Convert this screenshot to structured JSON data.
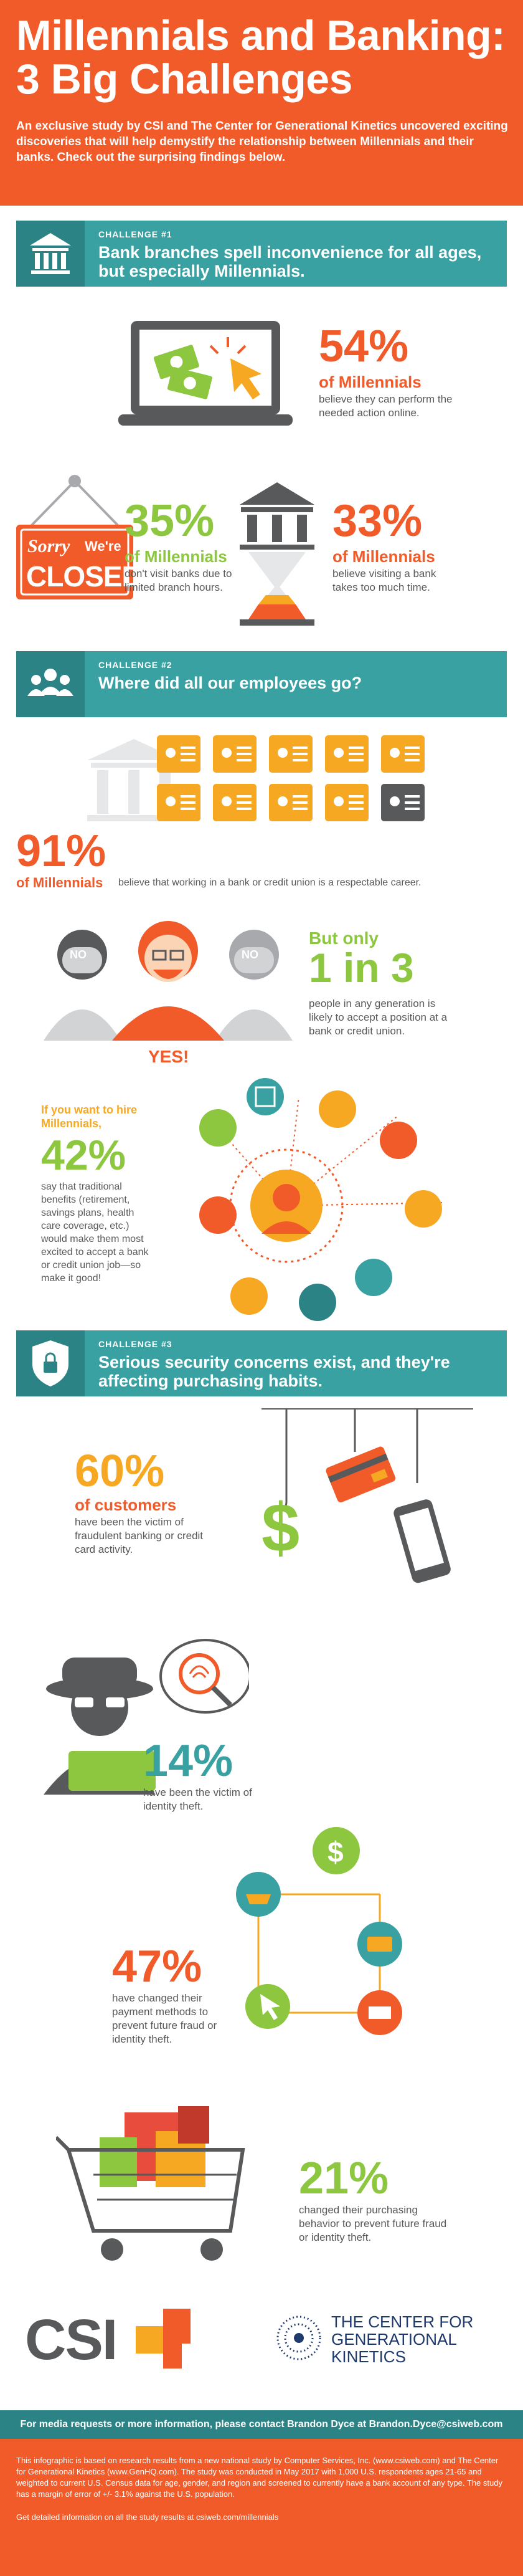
{
  "header": {
    "title_line1": "Millennials and Banking:",
    "title_line2": "3 Big Challenges",
    "intro": "An exclusive study by CSI and The Center for Generational Kinetics uncovered exciting discoveries that will help demystify the relationship between Millennials and their banks. Check out the surprising findings below."
  },
  "challenge1": {
    "eyebrow": "CHALLENGE #1",
    "title": "Bank branches spell inconvenience for all ages, but especially Millennials.",
    "stat1": {
      "value": "54%",
      "label": "of Millennials",
      "text": "believe they can perform the needed action online."
    },
    "sign": {
      "sorry": "Sorry",
      "were": "We're",
      "closed": "CLOSED"
    },
    "stat2": {
      "value": "35%",
      "label": "of Millennials",
      "text": "don't visit banks due to limited branch hours."
    },
    "stat3": {
      "value": "33%",
      "label": "of Millennials",
      "text": "believe visiting a bank takes too much time."
    }
  },
  "challenge2": {
    "eyebrow": "CHALLENGE #2",
    "title": "Where did all our employees go?",
    "stat1": {
      "value": "91%",
      "label": "of Millennials",
      "text": "believe that working in a bank or credit union is a respectable career."
    },
    "no1": "NO",
    "no2": "NO",
    "yes": "YES!",
    "stat2": {
      "intro": "But only",
      "value": "1 in 3",
      "text": "people in any generation is likely to accept a position at a bank or credit union."
    },
    "stat3": {
      "intro": "If you want to hire Millennials,",
      "value": "42%",
      "text": "say that traditional benefits (retirement, savings plans, health care coverage, etc.) would make them most excited to accept a bank or credit union job—so make it good!"
    }
  },
  "challenge3": {
    "eyebrow": "CHALLENGE #3",
    "title": "Serious security concerns exist, and they're affecting purchasing habits.",
    "stat1": {
      "value": "60%",
      "label": "of customers",
      "text": "have been the victim of fraudulent banking or credit card activity."
    },
    "stat2": {
      "value": "14%",
      "text": "have been the victim of identity theft."
    },
    "stat3": {
      "value": "47%",
      "text": "have changed their payment methods to prevent future fraud or identity theft."
    },
    "stat4": {
      "value": "21%",
      "text": "changed their purchasing behavior to prevent future fraud or identity theft."
    }
  },
  "logos": {
    "csi": "CSI",
    "cgk_line1": "THE CENTER FOR",
    "cgk_line2": "GENERATIONAL",
    "cgk_line3": "KINETICS"
  },
  "footer": {
    "contact": "For media requests or more information, please contact Brandon Dyce at Brandon.Dyce@csiweb.com",
    "note": "This infographic is based on research results from a new national study by Computer Services, Inc. (www.csiweb.com) and The Center for Generational Kinetics (www.GenHQ.com). The study was conducted in May 2017 with 1,000 U.S. respondents ages 21-65 and weighted to current U.S. Census data for age, gender, and region and screened to currently have a bank account of any type. The study has a margin of error of +/- 3.1% against the U.S. population.",
    "more": "Get detailed information on all the study results at csiweb.com/millennials"
  },
  "colors": {
    "orange": "#f15a29",
    "teal": "#3aa1a3",
    "dark_teal": "#2c8386",
    "green": "#8dc63f",
    "gold": "#f7a823",
    "gray": "#58595b",
    "navy": "#1f3a6d"
  }
}
